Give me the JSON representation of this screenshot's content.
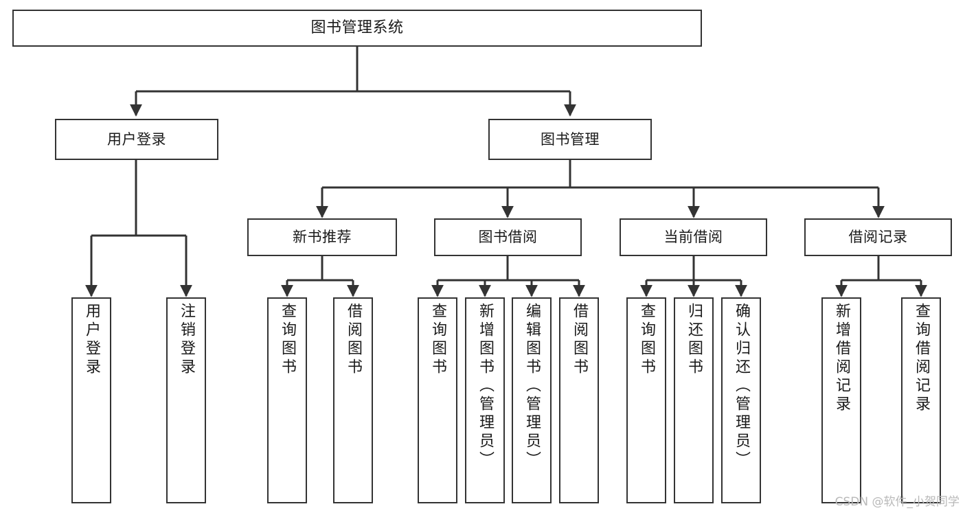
{
  "diagram": {
    "title": "图书管理系统",
    "type": "tree-hierarchy-chart",
    "root": {
      "id": "root",
      "label": "图书管理系统"
    },
    "level2": [
      {
        "id": "user-login",
        "label": "用户登录"
      },
      {
        "id": "book-manage",
        "label": "图书管理"
      }
    ],
    "level3": [
      {
        "id": "new-book-rec",
        "label": "新书推荐",
        "parent": "book-manage"
      },
      {
        "id": "book-borrow",
        "label": "图书借阅",
        "parent": "book-manage"
      },
      {
        "id": "current-borrow",
        "label": "当前借阅",
        "parent": "book-manage"
      },
      {
        "id": "borrow-record",
        "label": "借阅记录",
        "parent": "book-manage"
      }
    ],
    "leaves": {
      "user-login": [
        {
          "id": "leaf-user-login",
          "label": "用户登录"
        },
        {
          "id": "leaf-user-logout",
          "label": "注销登录"
        }
      ],
      "new-book-rec": [
        {
          "id": "leaf-query-book-1",
          "label": "查询图书"
        },
        {
          "id": "leaf-borrow-book-1",
          "label": "借阅图书"
        }
      ],
      "book-borrow": [
        {
          "id": "leaf-query-book-2",
          "label": "查询图书"
        },
        {
          "id": "leaf-add-book",
          "label": "新增图书（管理员）"
        },
        {
          "id": "leaf-edit-book",
          "label": "编辑图书（管理员）"
        },
        {
          "id": "leaf-borrow-book-2",
          "label": "借阅图书"
        }
      ],
      "current-borrow": [
        {
          "id": "leaf-query-book-3",
          "label": "查询图书"
        },
        {
          "id": "leaf-return-book",
          "label": "归还图书"
        },
        {
          "id": "leaf-confirm-return",
          "label": "确认归还（管理员）"
        }
      ],
      "borrow-record": [
        {
          "id": "leaf-add-record",
          "label": "新增借阅记录"
        },
        {
          "id": "leaf-query-record",
          "label": "查询借阅记录"
        }
      ]
    },
    "watermark": "CSDN @软件_小贺同学",
    "colors": {
      "stroke": "#333333",
      "text": "#1a1a1a",
      "background": "#ffffff",
      "watermark": "#b9b9b9"
    }
  }
}
